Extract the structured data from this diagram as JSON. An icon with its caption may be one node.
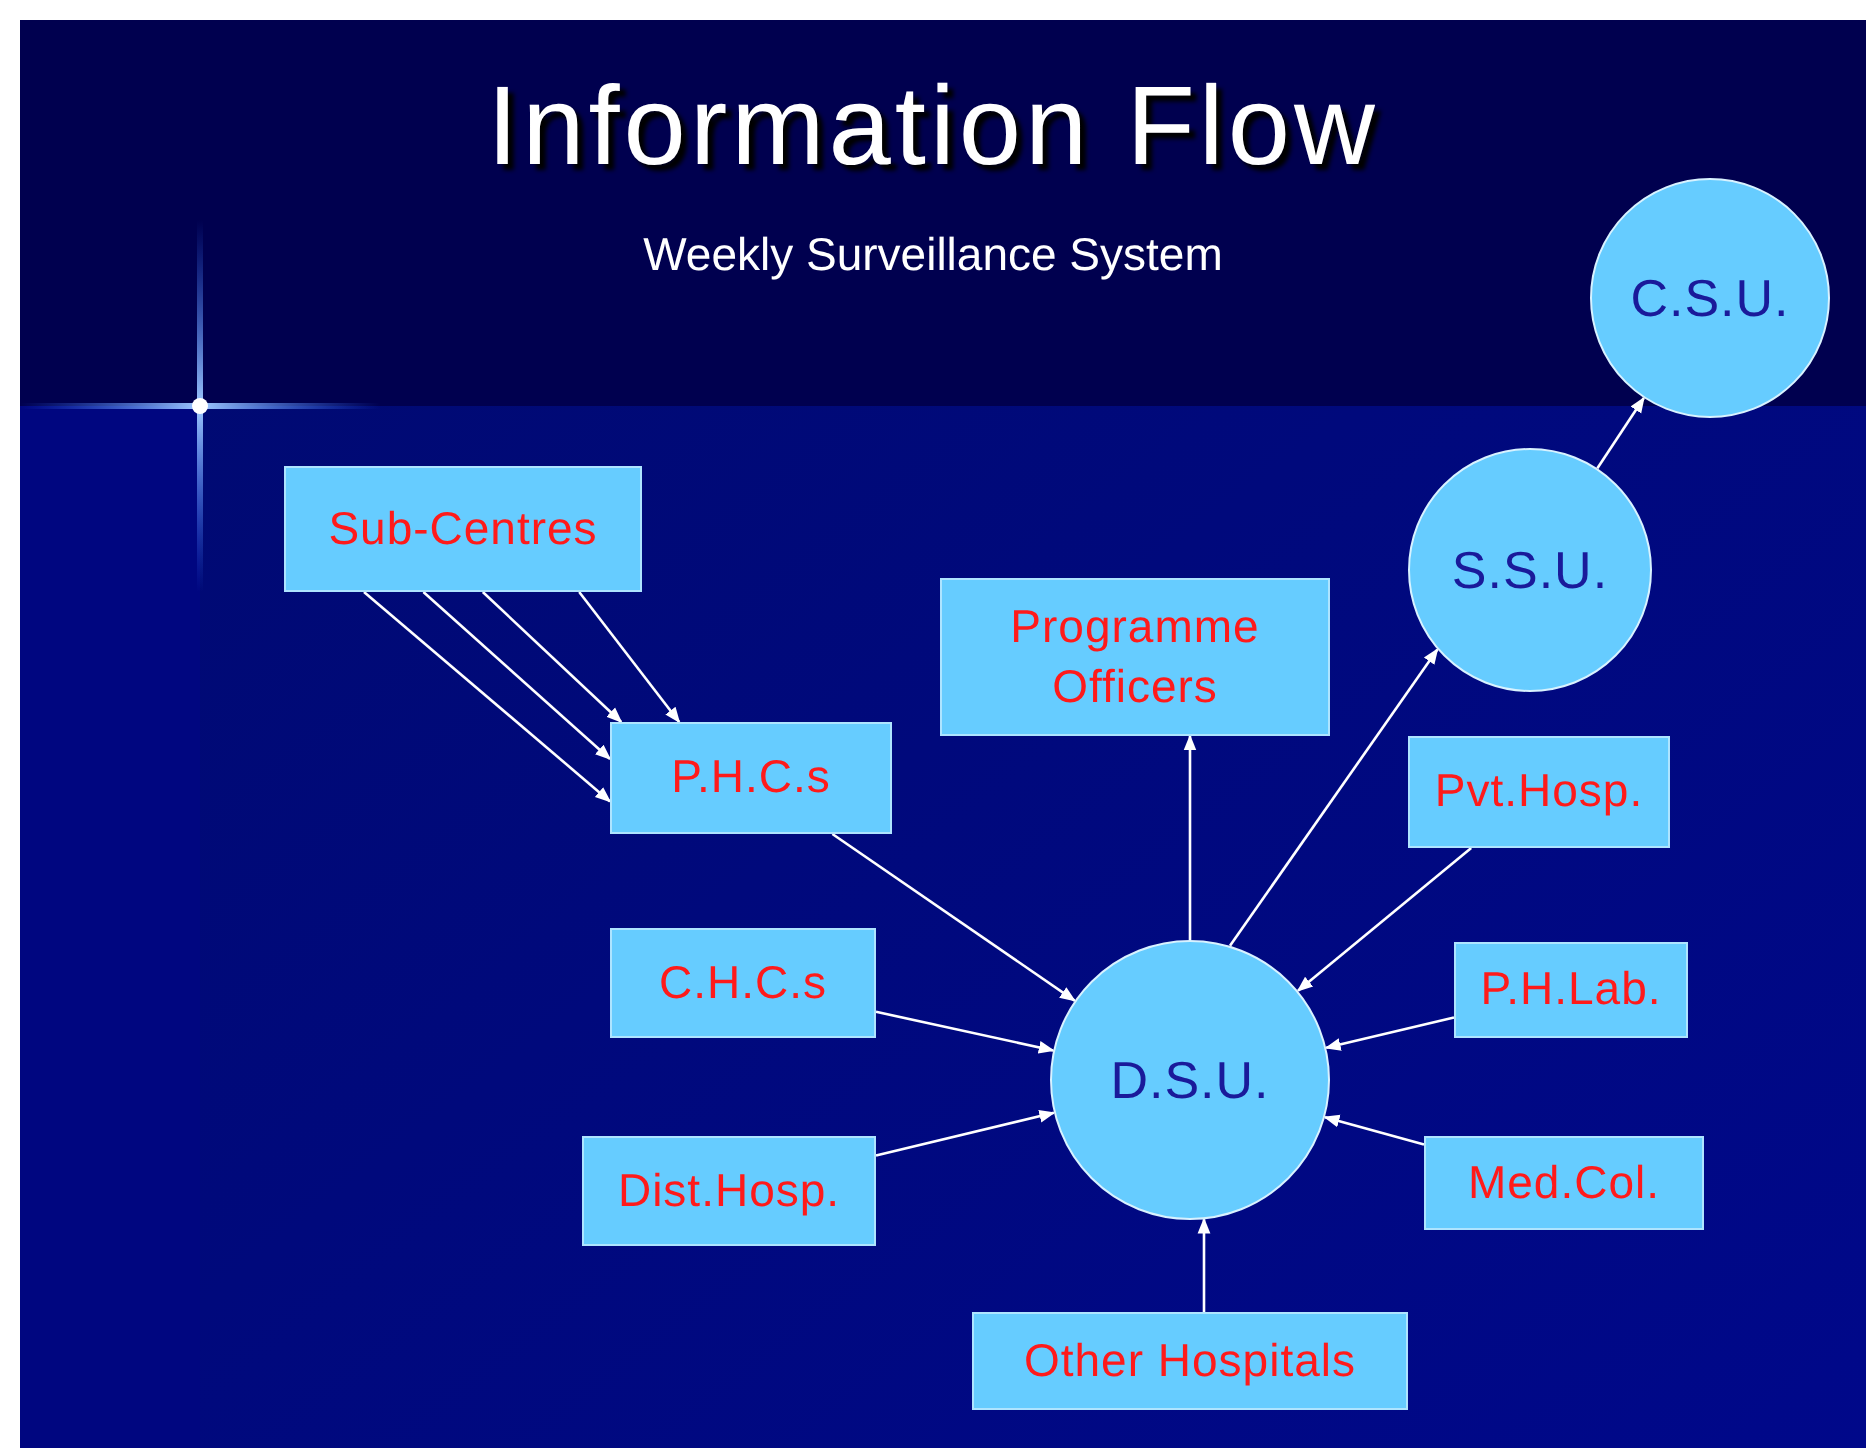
{
  "diagram": {
    "title": "Information Flow",
    "nodes": [
      {
        "text": [
          "Sub-Centres"
        ]
      },
      {
        "text": [
          "Programme Officers"
        ]
      },
      {
        "text": [
          "P.H.C.s"
        ]
      },
      {
        "text": [
          "Pvt.Hosp."
        ]
      },
      {
        "text": [
          "C.H.C.s"
        ]
      },
      {
        "text": [
          "P.H.Lab."
        ]
      },
      {
        "text": [
          "D.S.U."
        ]
      },
      {
        "text": [
          "Dist.Hosp."
        ]
      },
      {
        "text": [
          "Med.Col."
        ]
      },
      {
        "text": [
          "Other Hospitals"
        ]
      },
      {
        "text": [
          "S.S.U."
        ]
      },
      {
        "text": [
          "C.S.U."
        ]
      }
    ],
    "edges": [
      {
        "from": 0,
        "to": 2,
        "arrow": "to"
      },
      {
        "from": 0,
        "to": 2,
        "arrow": "to"
      },
      {
        "from": 0,
        "to": 2,
        "arrow": "to"
      },
      {
        "from": 0,
        "to": 2,
        "arrow": "to"
      },
      {
        "from": 2,
        "to": 6,
        "arrow": "to"
      },
      {
        "from": 3,
        "to": 6,
        "arrow": "to"
      },
      {
        "from": 4,
        "to": 6,
        "arrow": "to"
      },
      {
        "from": 5,
        "to": 6,
        "arrow": "to"
      },
      {
        "from": 7,
        "to": 6,
        "arrow": "to"
      },
      {
        "from": 8,
        "to": 6,
        "arrow": "to"
      },
      {
        "from": 9,
        "to": 6,
        "arrow": "to"
      },
      {
        "from": 6,
        "to": 1,
        "arrow": "to"
      },
      {
        "from": 6,
        "to": 10,
        "arrow": "to"
      },
      {
        "from": 10,
        "to": 11,
        "arrow": "to"
      }
    ],
    "labels": [
      "Weekly Surveillance System"
    ]
  }
}
